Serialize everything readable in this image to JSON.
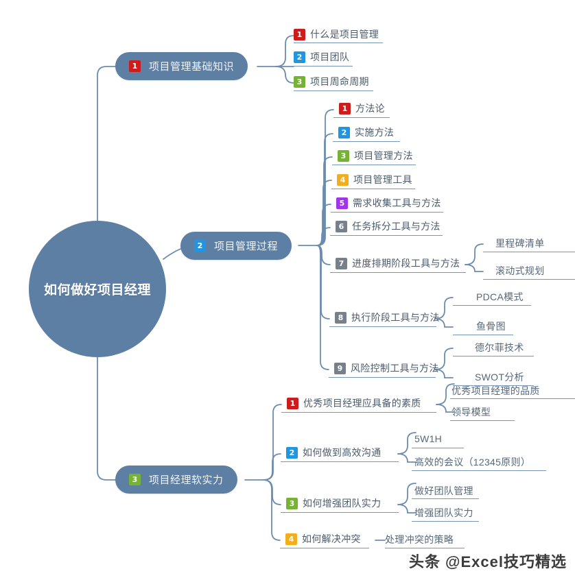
{
  "root": {
    "label": "如何做好项目经理"
  },
  "colors": {
    "node_fill": "#5d7fa4",
    "line": "#6b8cae",
    "text": "#4c5b6b",
    "badge_1": "#cc1c1c",
    "badge_2": "#2196e0",
    "badge_3": "#76b332",
    "badge_4": "#f2ae1c",
    "badge_5": "#a335e8",
    "badge_6": "#76818c",
    "badge_7": "#76818c",
    "badge_8": "#76818c",
    "badge_9": "#76818c"
  },
  "branches": [
    {
      "num": "1",
      "label": "项目管理基础知识",
      "children": [
        {
          "num": "1",
          "label": "什么是项目管理",
          "children": []
        },
        {
          "num": "2",
          "label": "项目团队",
          "children": []
        },
        {
          "num": "3",
          "label": "项目周命周期",
          "children": []
        }
      ]
    },
    {
      "num": "2",
      "label": "项目管理过程",
      "children": [
        {
          "num": "1",
          "label": "方法论",
          "children": []
        },
        {
          "num": "2",
          "label": "实施方法",
          "children": []
        },
        {
          "num": "3",
          "label": "项目管理方法",
          "children": []
        },
        {
          "num": "4",
          "label": "项目管理工具",
          "children": []
        },
        {
          "num": "5",
          "label": "需求收集工具与方法",
          "children": []
        },
        {
          "num": "6",
          "label": "任务拆分工具与方法",
          "children": []
        },
        {
          "num": "7",
          "label": "进度排期阶段工具与方法",
          "children": [
            {
              "label": "里程碑清单"
            },
            {
              "label": "滚动式规划"
            }
          ]
        },
        {
          "num": "8",
          "label": "执行阶段工具与方法",
          "children": [
            {
              "label": "PDCA模式"
            },
            {
              "label": "鱼骨图"
            }
          ]
        },
        {
          "num": "9",
          "label": "风险控制工具与方法",
          "children": [
            {
              "label": "德尔菲技术"
            },
            {
              "label": "SWOT分析"
            }
          ]
        }
      ]
    },
    {
      "num": "3",
      "label": "项目经理软实力",
      "children": [
        {
          "num": "1",
          "label": "优秀项目经理应具备的素质",
          "children": [
            {
              "label": "优秀项目经理的品质"
            },
            {
              "label": "领导模型"
            }
          ]
        },
        {
          "num": "2",
          "label": "如何做到高效沟通",
          "children": [
            {
              "label": "5W1H"
            },
            {
              "label": "高效的会议（12345原则）"
            }
          ]
        },
        {
          "num": "3",
          "label": "如何增强团队实力",
          "children": [
            {
              "label": "做好团队管理"
            },
            {
              "label": "增强团队实力"
            }
          ]
        },
        {
          "num": "4",
          "label": "如何解决冲突",
          "children": [
            {
              "label": "处理冲突的策略"
            }
          ]
        }
      ]
    }
  ],
  "watermark": {
    "text": "头条 @Excel技巧精选"
  }
}
